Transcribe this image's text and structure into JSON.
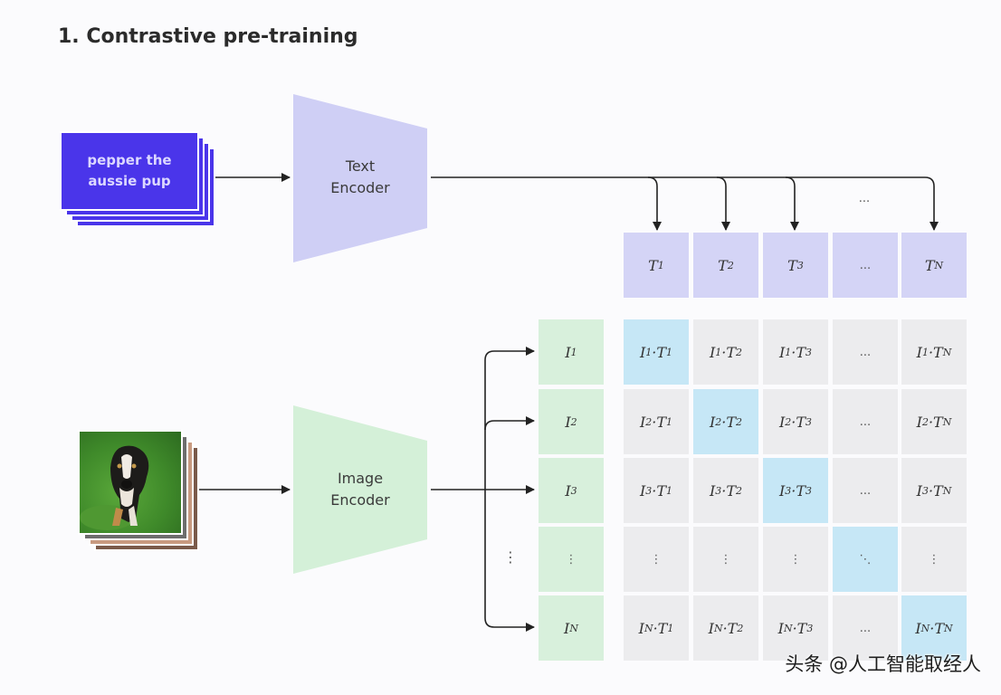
{
  "title": "1. Contrastive pre-training",
  "text_input": {
    "line1": "pepper the",
    "line2": "aussie pup"
  },
  "text_encoder": {
    "line1": "Text",
    "line2": "Encoder"
  },
  "image_encoder": {
    "line1": "Image",
    "line2": "Encoder"
  },
  "header_ellipsis": "...",
  "text_features": [
    {
      "sym": "T",
      "sub": "1"
    },
    {
      "sym": "T",
      "sub": "2"
    },
    {
      "sym": "T",
      "sub": "3"
    },
    {
      "plain": "..."
    },
    {
      "sym": "T",
      "sub": "N"
    }
  ],
  "image_features": [
    {
      "sym": "I",
      "sub": "1"
    },
    {
      "sym": "I",
      "sub": "2"
    },
    {
      "sym": "I",
      "sub": "3"
    },
    {
      "plain": "⋮"
    },
    {
      "sym": "I",
      "sub": "N"
    }
  ],
  "left_vdots": "⋮",
  "matrix": [
    [
      "I1·T1",
      "I1·T2",
      "I1·T3",
      "...",
      "I1·TN"
    ],
    [
      "I2·T1",
      "I2·T2",
      "I2·T3",
      "...",
      "I2·TN"
    ],
    [
      "I3·T1",
      "I3·T2",
      "I3·T3",
      "...",
      "I3·TN"
    ],
    [
      "⋮",
      "⋮",
      "⋮",
      "⋱",
      "⋮"
    ],
    [
      "IN·T1",
      "IN·T2",
      "IN·T3",
      "...",
      "IN·TN"
    ]
  ],
  "watermark": "头条 @人工智能取经人",
  "colors": {
    "text_card": "#4a35ea",
    "text_encoder": "#cfcff5",
    "image_encoder": "#d4f0d8",
    "text_feature": "#d4d4f6",
    "image_feature": "#d8f0dc",
    "matrix_cell": "#ececee",
    "matrix_diagonal": "#c6e7f6"
  }
}
